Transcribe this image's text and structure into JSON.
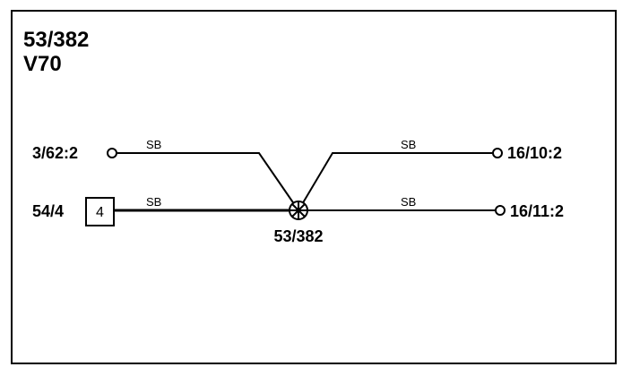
{
  "title": {
    "line1": "53/382",
    "line2": "V70"
  },
  "connectors": {
    "left_top": "3/62:2",
    "left_bottom": "54/4",
    "left_bottom_box": "4",
    "right_top": "16/10:2",
    "right_bottom": "16/11:2",
    "splice": "53/382"
  },
  "wires": {
    "left_top_color": "SB",
    "left_bottom_color": "SB",
    "right_top_color": "SB",
    "right_bottom_color": "SB"
  }
}
